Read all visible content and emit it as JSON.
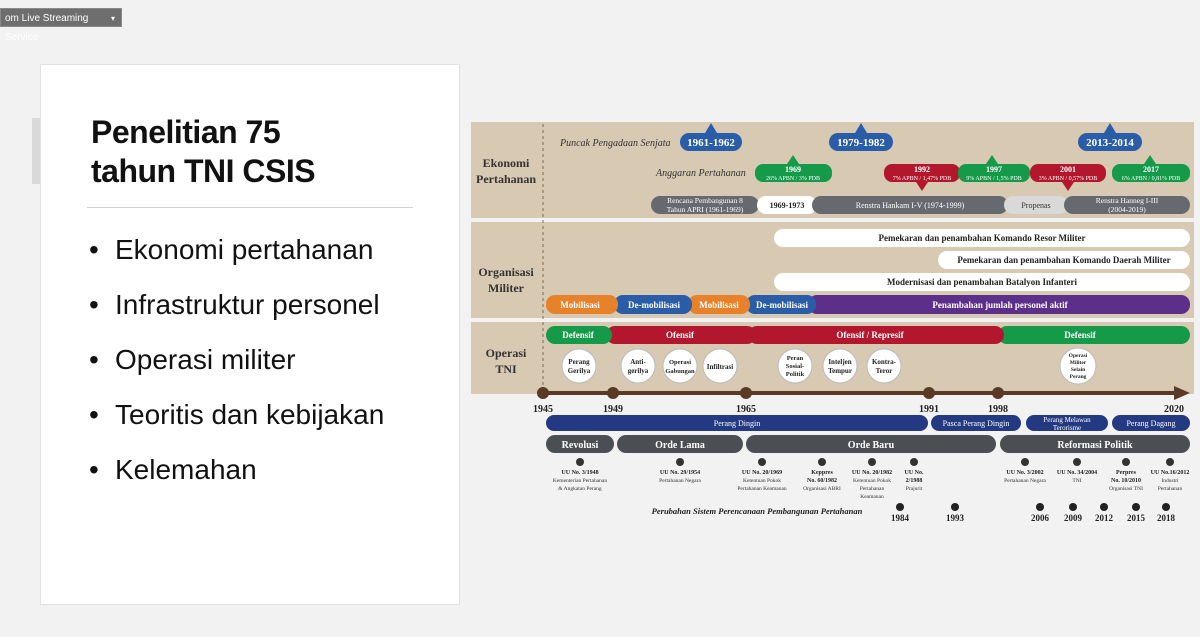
{
  "window_tab": {
    "label": "om Live Streaming Service",
    "caret": "▾"
  },
  "slide": {
    "title_line1": "Penelitian 75",
    "title_line2": "tahun TNI CSIS",
    "bullets": [
      "Ekonomi pertahanan",
      "Infrastruktur personel",
      "Operasi militer",
      "Teoritis dan kebijakan",
      "Kelemahan"
    ]
  },
  "timeline": {
    "sections": {
      "ekonomi": [
        "Ekonomi",
        "Pertahanan"
      ],
      "organisasi": [
        "Organisasi",
        "Militer"
      ],
      "operasi": [
        "Operasi",
        "TNI"
      ]
    },
    "puncak_label": "Puncak Pengadaan Senjata",
    "puncak": [
      "1961-1962",
      "1979-1982",
      "2013-2014"
    ],
    "anggaran_label": "Anggaran Pertahanan",
    "anggaran": [
      {
        "year": "1969",
        "detail": "26% APBN / 3% PDB",
        "dir": "up"
      },
      {
        "year": "1992",
        "detail": "7% APBN / 1,47% PDB",
        "dir": "down"
      },
      {
        "year": "1997",
        "detail": "9% APBN / 1,5% PDB",
        "dir": "up"
      },
      {
        "year": "2001",
        "detail": "3% APBN / 0,57% PDB",
        "dir": "down"
      },
      {
        "year": "2017",
        "detail": "6% APBN / 0,81% PDB",
        "dir": "up"
      }
    ],
    "renstra": {
      "rencana_1": "Rencana Pembangunan 8",
      "rencana_2": "Tahun APRI (1961-1969)",
      "p1969": "1969-1973",
      "hankam": "Renstra Hankam I-V (1974-1999)",
      "propenas": "Propenas",
      "hanneg_1": "Renstra Hanneg I-III",
      "hanneg_2": "(2004-2019)"
    },
    "org_bars": [
      "Pemekaran dan penambahan Komando Resor Militer",
      "Pemekaran dan penambahan Komando Daerah Militer",
      "Modernisasi dan penambahan Batalyon Infanteri"
    ],
    "org_segments": [
      "Mobilisasi",
      "De-mobilisasi",
      "Mobilisasi",
      "De-mobilisasi",
      "Penambahan jumlah personel aktif"
    ],
    "ops_bar": [
      "Defensif",
      "Ofensif",
      "Ofensif / Represif",
      "Defensif"
    ],
    "ops_circles": [
      [
        "Perang",
        "Gerilya"
      ],
      [
        "Anti-",
        "gerilya"
      ],
      [
        "Operasi",
        "Gabungan"
      ],
      [
        "Infiltrasi"
      ],
      [
        "Peran",
        "Sosial-",
        "Politik"
      ],
      [
        "Inteljen",
        "Tempur"
      ],
      [
        "Kontra-",
        "Teror"
      ],
      [
        "Operasi",
        "Militer",
        "Selain",
        "Perang"
      ]
    ],
    "years": [
      "1945",
      "1949",
      "1965",
      "1991",
      "1998",
      "2020"
    ],
    "wars": [
      "Perang Dingin",
      "Pasca Perang Dingin",
      "Perang Melawan",
      "Terorisme",
      "Perang Dagang"
    ],
    "eras": [
      "Revolusi",
      "Orde Lama",
      "Orde Baru",
      "Reformasi Politik"
    ],
    "laws": [
      [
        "UU No. 3/1948",
        "Kementerian Pertahanan",
        "& Angkatan Perang"
      ],
      [
        "UU No. 29/1954",
        "Pertahanan Negara"
      ],
      [
        "UU No. 20/1969",
        "Ketentuan Pokok",
        "Pertahanan Keamanan"
      ],
      [
        "Keppres",
        "No. 60/1982",
        "Organisasi ABRI"
      ],
      [
        "UU No. 20/1982",
        "Ketentuan Pokok",
        "Pertahanan",
        "Keamanan"
      ],
      [
        "UU No.",
        "2/1988",
        "Prajurit"
      ],
      [
        "UU No. 3/2002",
        "Pertahanan Negara"
      ],
      [
        "UU No. 34/2004",
        "TNI"
      ],
      [
        "Perpres",
        "No. 10/2010",
        "Organisasi TNI"
      ],
      [
        "UU No.16/2012",
        "Industri",
        "Pertahanan"
      ]
    ],
    "perubahan_label": "Perubahan Sistem Perencanaan Pembangunan Pertahanan",
    "perubahan_years": [
      "1984",
      "1993",
      "2006",
      "2009",
      "2012",
      "2015",
      "2018"
    ],
    "colors": {
      "panel": "#d8c9b2",
      "blue": "#2a5da8",
      "navy": "#233a82",
      "green": "#159a49",
      "red": "#b3172d",
      "orange": "#e8822a",
      "purple": "#5c2f8a",
      "grey": "#666a70",
      "axis": "#5b3a24"
    }
  }
}
